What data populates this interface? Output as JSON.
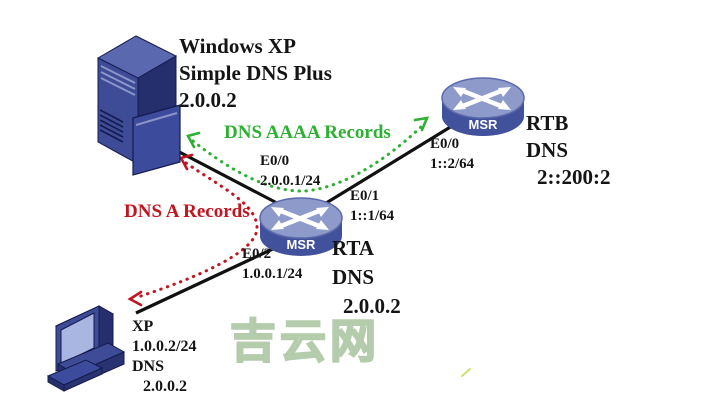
{
  "nodes": {
    "server": {
      "lines": [
        "Windows XP",
        "Simple DNS Plus",
        "2.0.0.2"
      ]
    },
    "rta": {
      "lines": [
        "RTA",
        "DNS",
        "2.0.0.2"
      ]
    },
    "rtb": {
      "lines": [
        "RTB",
        "DNS",
        "2::200:2"
      ]
    },
    "client": {
      "lines": [
        "XP",
        "1.0.0.2/24",
        "DNS",
        "2.0.0.2"
      ]
    }
  },
  "interfaces": {
    "rta_e00": {
      "lines": [
        "E0/0",
        "2.0.0.1/24"
      ]
    },
    "rta_e01": {
      "lines": [
        "E0/1",
        "1::1/64"
      ]
    },
    "rta_e02": {
      "lines": [
        "E0/2",
        "1.0.0.1/24"
      ]
    },
    "rtb_e00": {
      "lines": [
        "E0/0",
        "1::2/64"
      ]
    }
  },
  "flows": {
    "aaaa": {
      "label": "DNS AAAA Records",
      "color": "#2eb133"
    },
    "a": {
      "label": "DNS A Records",
      "color": "#c01622"
    }
  },
  "router_model": "MSR",
  "watermark": "吉云网",
  "colors": {
    "link_line": "#111111",
    "router_top": "#8d9aca",
    "router_body": "#42519b",
    "device_dark": "#2a3372",
    "device_mid": "#3e4c98",
    "screen_light": "#aab6e2",
    "watermark_green": "#bad1b0"
  }
}
